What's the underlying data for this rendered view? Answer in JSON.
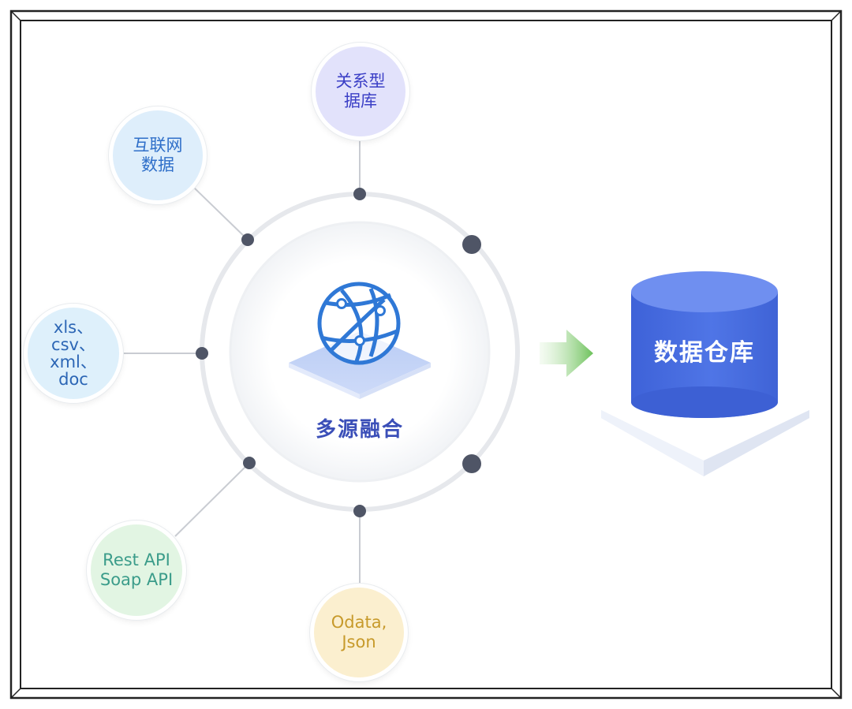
{
  "diagram": {
    "hub_label": "多源融合",
    "target_label": "数据仓库",
    "sources": [
      {
        "label": "关系型\n据库"
      },
      {
        "label": "互联网\n数据"
      },
      {
        "label": "xls、\ncsv、\nxml、\ndoc"
      },
      {
        "label": "Rest API\nSoap API"
      },
      {
        "label": "Odata,\nJson"
      }
    ]
  },
  "colors": {
    "hub_text": "#3b4fb8",
    "globe": "#2f78d6",
    "cylinder": "#4a6ee0",
    "arrow": "#7ac96a",
    "dot": "#4f5566"
  }
}
